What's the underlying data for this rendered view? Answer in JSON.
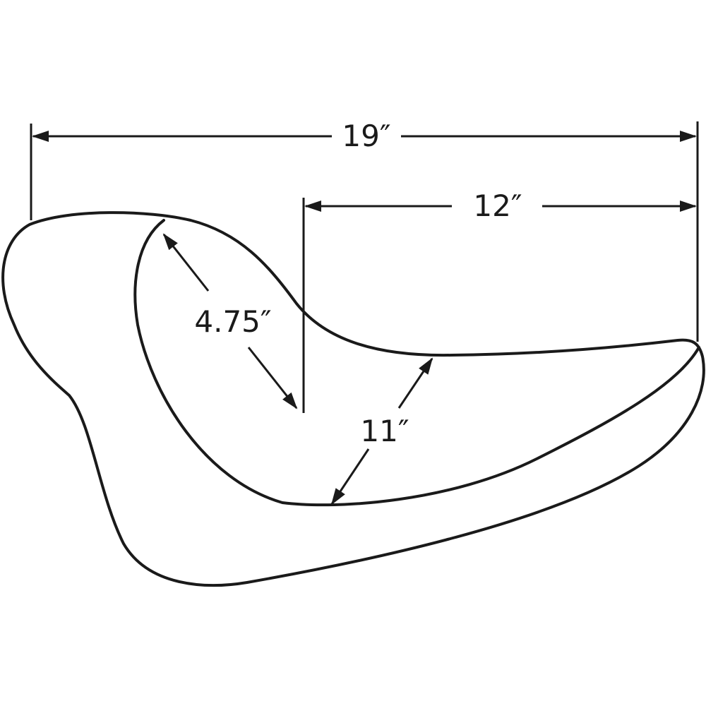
{
  "diagram": {
    "stroke_color": "#1a1a1a",
    "background_color": "#ffffff",
    "dimensions": {
      "overall_length": "19″",
      "seat_length": "12″",
      "front_width": "4.75″",
      "rear_width": "11″"
    }
  }
}
